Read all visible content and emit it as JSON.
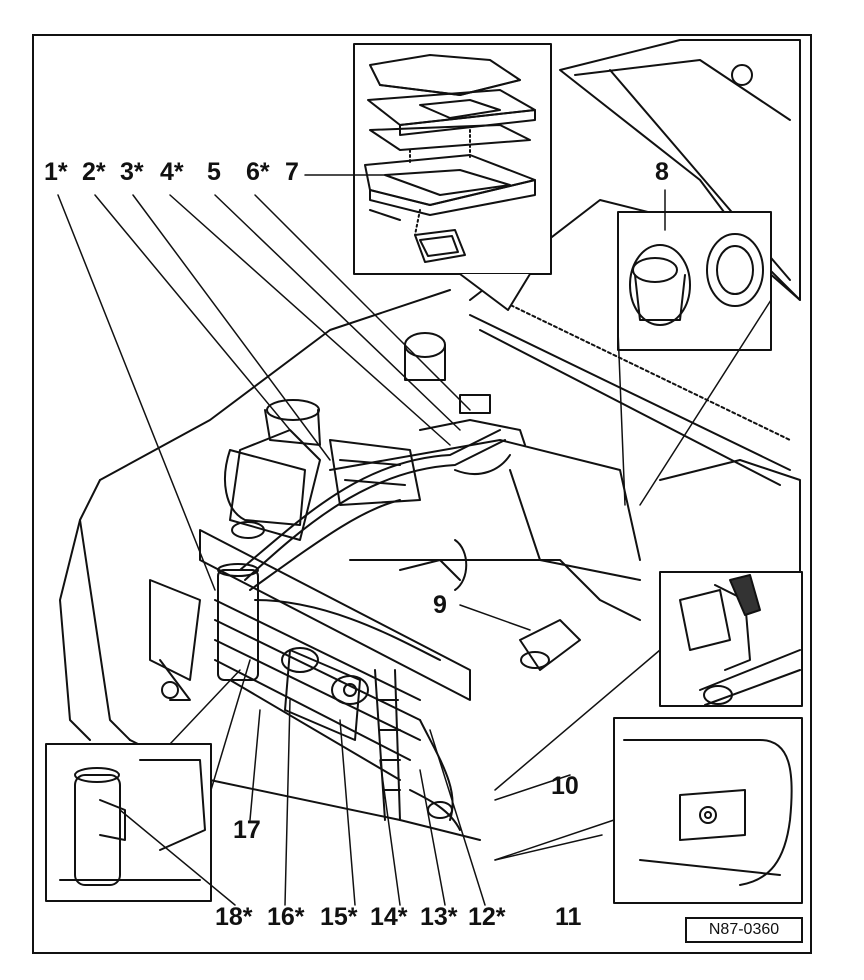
{
  "diagram": {
    "code": "N87-0360",
    "labels": {
      "l1": "1*",
      "l2": "2*",
      "l3": "3*",
      "l4": "4*",
      "l5": "5",
      "l6": "6*",
      "l7": "7",
      "l8": "8",
      "l9": "9",
      "l10": "10",
      "l11": "11",
      "l12": "12*",
      "l13": "13*",
      "l14": "14*",
      "l15": "15*",
      "l16": "16*",
      "l17": "17",
      "l18": "18*"
    }
  }
}
